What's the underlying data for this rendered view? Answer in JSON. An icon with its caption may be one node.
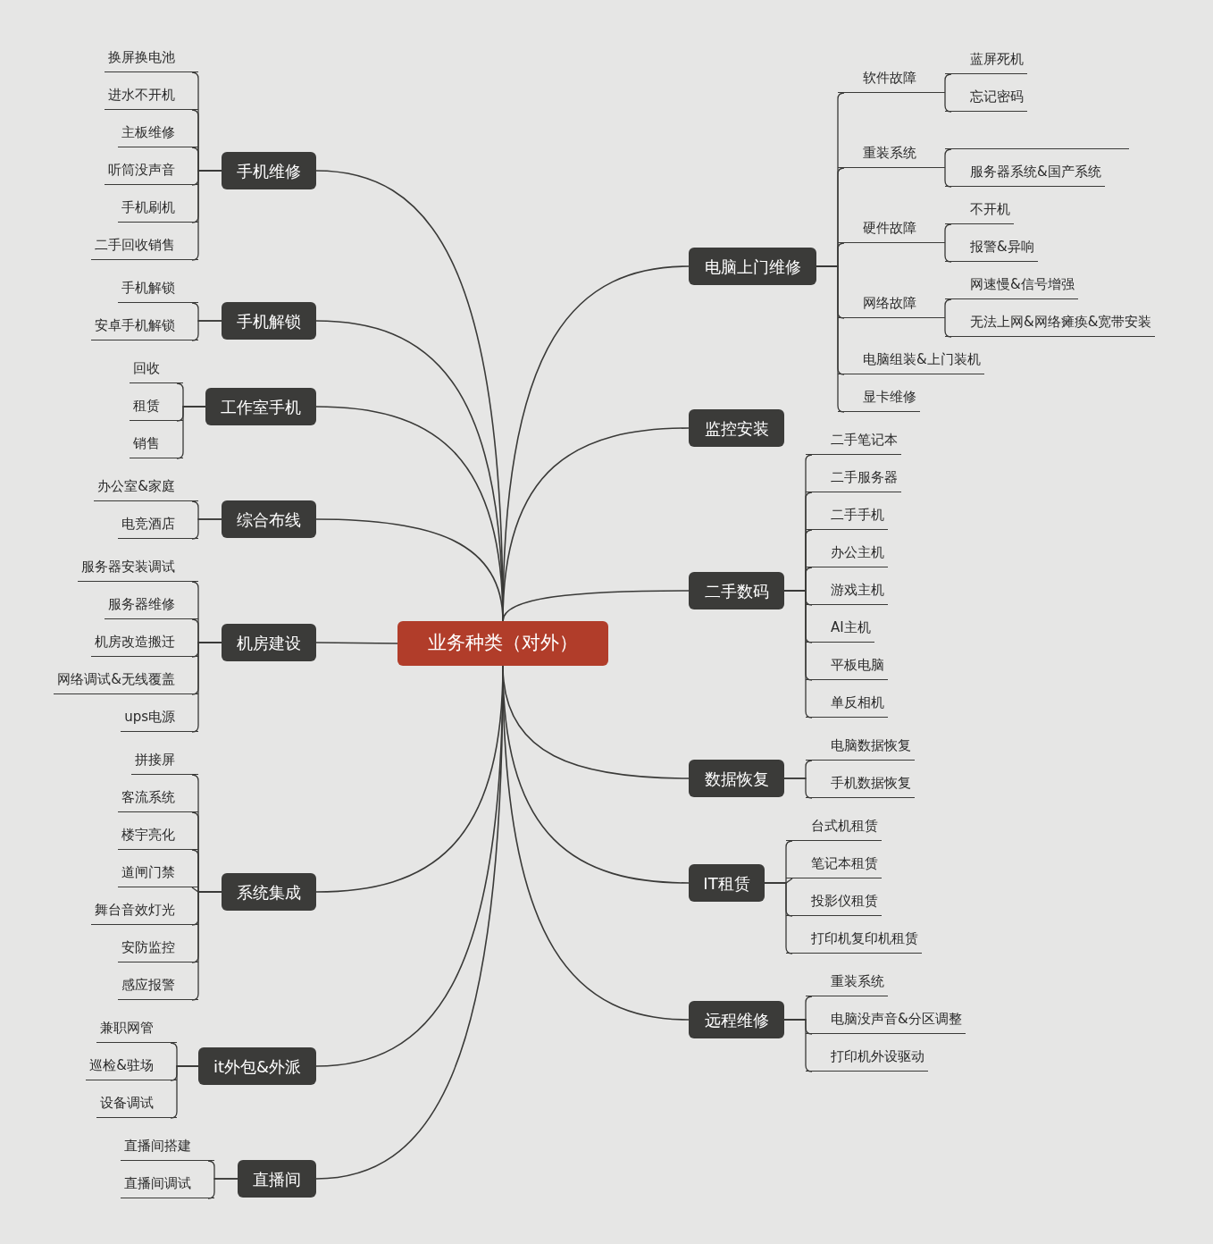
{
  "diagram": {
    "nodes": [
      {
        "text": [
          "业务种类（对外）"
        ]
      },
      {
        "text": [
          "手机维修"
        ]
      },
      {
        "text": [
          "换屏换电池"
        ]
      },
      {
        "text": [
          "进水不开机"
        ]
      },
      {
        "text": [
          "主板维修"
        ]
      },
      {
        "text": [
          "听筒没声音"
        ]
      },
      {
        "text": [
          "手机刷机"
        ]
      },
      {
        "text": [
          "二手回收销售"
        ]
      },
      {
        "text": [
          "手机解锁"
        ]
      },
      {
        "text": [
          "手机解锁"
        ]
      },
      {
        "text": [
          "安卓手机解锁"
        ]
      },
      {
        "text": [
          "工作室手机"
        ]
      },
      {
        "text": [
          "回收"
        ]
      },
      {
        "text": [
          "租赁"
        ]
      },
      {
        "text": [
          "销售"
        ]
      },
      {
        "text": [
          "综合布线"
        ]
      },
      {
        "text": [
          "办公室&家庭"
        ]
      },
      {
        "text": [
          "电竞酒店"
        ]
      },
      {
        "text": [
          "机房建设"
        ]
      },
      {
        "text": [
          "服务器安装调试"
        ]
      },
      {
        "text": [
          "服务器维修"
        ]
      },
      {
        "text": [
          "机房改造搬迁"
        ]
      },
      {
        "text": [
          "网络调试&无线覆盖"
        ]
      },
      {
        "text": [
          "ups电源"
        ]
      },
      {
        "text": [
          "系统集成"
        ]
      },
      {
        "text": [
          "拼接屏"
        ]
      },
      {
        "text": [
          "客流系统"
        ]
      },
      {
        "text": [
          "楼宇亮化"
        ]
      },
      {
        "text": [
          "道闸门禁"
        ]
      },
      {
        "text": [
          "舞台音效灯光"
        ]
      },
      {
        "text": [
          "安防监控"
        ]
      },
      {
        "text": [
          "感应报警"
        ]
      },
      {
        "text": [
          "it外包&外派"
        ]
      },
      {
        "text": [
          "兼职网管"
        ]
      },
      {
        "text": [
          "巡检&驻场"
        ]
      },
      {
        "text": [
          "设备调试"
        ]
      },
      {
        "text": [
          "直播间"
        ]
      },
      {
        "text": [
          "直播间搭建"
        ]
      },
      {
        "text": [
          "直播间调试"
        ]
      },
      {
        "text": [
          "电脑上门维修"
        ]
      },
      {
        "text": [
          "软件故障"
        ]
      },
      {
        "text": [
          "蓝屏死机"
        ]
      },
      {
        "text": [
          "忘记密码"
        ]
      },
      {
        "text": [
          "重装系统"
        ]
      },
      {
        "text": [],
        "shape": "bar"
      },
      {
        "text": [
          "服务器系统&国产系统"
        ]
      },
      {
        "text": [
          "硬件故障"
        ]
      },
      {
        "text": [
          "不开机"
        ]
      },
      {
        "text": [
          "报警&异响"
        ]
      },
      {
        "text": [
          "网络故障"
        ]
      },
      {
        "text": [
          "网速慢&信号增强"
        ]
      },
      {
        "text": [
          "无法上网&网络瘫痪&宽带安装"
        ]
      },
      {
        "text": [
          "电脑组装&上门装机"
        ]
      },
      {
        "text": [
          "显卡维修"
        ]
      },
      {
        "text": [
          "监控安装"
        ]
      },
      {
        "text": [
          "二手数码"
        ]
      },
      {
        "text": [
          "二手笔记本"
        ]
      },
      {
        "text": [
          "二手服务器"
        ]
      },
      {
        "text": [
          "二手手机"
        ]
      },
      {
        "text": [
          "办公主机"
        ]
      },
      {
        "text": [
          "游戏主机"
        ]
      },
      {
        "text": [
          "AI主机"
        ]
      },
      {
        "text": [
          "平板电脑"
        ]
      },
      {
        "text": [
          "单反相机"
        ]
      },
      {
        "text": [
          "数据恢复"
        ]
      },
      {
        "text": [
          "电脑数据恢复"
        ]
      },
      {
        "text": [
          "手机数据恢复"
        ]
      },
      {
        "text": [
          "IT租赁"
        ]
      },
      {
        "text": [
          "台式机租赁"
        ]
      },
      {
        "text": [
          "笔记本租赁"
        ]
      },
      {
        "text": [
          "投影仪租赁"
        ]
      },
      {
        "text": [
          "打印机复印机租赁"
        ]
      },
      {
        "text": [
          "远程维修"
        ]
      },
      {
        "text": [
          "重装系统"
        ]
      },
      {
        "text": [
          "电脑没声音&分区调整"
        ]
      },
      {
        "text": [
          "打印机外设驱动"
        ]
      }
    ],
    "edges": [
      {
        "from": 0,
        "to": 1,
        "arrow": "none"
      },
      {
        "from": 0,
        "to": 8,
        "arrow": "none"
      },
      {
        "from": 0,
        "to": 11,
        "arrow": "none"
      },
      {
        "from": 0,
        "to": 15,
        "arrow": "none"
      },
      {
        "from": 0,
        "to": 18,
        "arrow": "none"
      },
      {
        "from": 0,
        "to": 24,
        "arrow": "none"
      },
      {
        "from": 0,
        "to": 32,
        "arrow": "none"
      },
      {
        "from": 0,
        "to": 36,
        "arrow": "none"
      },
      {
        "from": 0,
        "to": 39,
        "arrow": "none"
      },
      {
        "from": 0,
        "to": 54,
        "arrow": "none"
      },
      {
        "from": 0,
        "to": 55,
        "arrow": "none"
      },
      {
        "from": 0,
        "to": 64,
        "arrow": "none"
      },
      {
        "from": 0,
        "to": 67,
        "arrow": "none"
      },
      {
        "from": 0,
        "to": 72,
        "arrow": "none"
      },
      {
        "from": 1,
        "to": 2,
        "arrow": "none"
      },
      {
        "from": 1,
        "to": 3,
        "arrow": "none"
      },
      {
        "from": 1,
        "to": 4,
        "arrow": "none"
      },
      {
        "from": 1,
        "to": 5,
        "arrow": "none"
      },
      {
        "from": 1,
        "to": 6,
        "arrow": "none"
      },
      {
        "from": 1,
        "to": 7,
        "arrow": "none"
      },
      {
        "from": 8,
        "to": 9,
        "arrow": "none"
      },
      {
        "from": 8,
        "to": 10,
        "arrow": "none"
      },
      {
        "from": 11,
        "to": 12,
        "arrow": "none"
      },
      {
        "from": 11,
        "to": 13,
        "arrow": "none"
      },
      {
        "from": 11,
        "to": 14,
        "arrow": "none"
      },
      {
        "from": 15,
        "to": 16,
        "arrow": "none"
      },
      {
        "from": 15,
        "to": 17,
        "arrow": "none"
      },
      {
        "from": 18,
        "to": 19,
        "arrow": "none"
      },
      {
        "from": 18,
        "to": 20,
        "arrow": "none"
      },
      {
        "from": 18,
        "to": 21,
        "arrow": "none"
      },
      {
        "from": 18,
        "to": 22,
        "arrow": "none"
      },
      {
        "from": 18,
        "to": 23,
        "arrow": "none"
      },
      {
        "from": 24,
        "to": 25,
        "arrow": "none"
      },
      {
        "from": 24,
        "to": 26,
        "arrow": "none"
      },
      {
        "from": 24,
        "to": 27,
        "arrow": "none"
      },
      {
        "from": 24,
        "to": 28,
        "arrow": "none"
      },
      {
        "from": 24,
        "to": 29,
        "arrow": "none"
      },
      {
        "from": 24,
        "to": 30,
        "arrow": "none"
      },
      {
        "from": 24,
        "to": 31,
        "arrow": "none"
      },
      {
        "from": 32,
        "to": 33,
        "arrow": "none"
      },
      {
        "from": 32,
        "to": 34,
        "arrow": "none"
      },
      {
        "from": 32,
        "to": 35,
        "arrow": "none"
      },
      {
        "from": 36,
        "to": 37,
        "arrow": "none"
      },
      {
        "from": 36,
        "to": 38,
        "arrow": "none"
      },
      {
        "from": 39,
        "to": 40,
        "arrow": "none"
      },
      {
        "from": 39,
        "to": 43,
        "arrow": "none"
      },
      {
        "from": 39,
        "to": 46,
        "arrow": "none"
      },
      {
        "from": 39,
        "to": 49,
        "arrow": "none"
      },
      {
        "from": 39,
        "to": 52,
        "arrow": "none"
      },
      {
        "from": 39,
        "to": 53,
        "arrow": "none"
      },
      {
        "from": 40,
        "to": 41,
        "arrow": "none"
      },
      {
        "from": 40,
        "to": 42,
        "arrow": "none"
      },
      {
        "from": 43,
        "to": 44,
        "arrow": "none"
      },
      {
        "from": 43,
        "to": 45,
        "arrow": "none"
      },
      {
        "from": 46,
        "to": 47,
        "arrow": "none"
      },
      {
        "from": 46,
        "to": 48,
        "arrow": "none"
      },
      {
        "from": 49,
        "to": 50,
        "arrow": "none"
      },
      {
        "from": 49,
        "to": 51,
        "arrow": "none"
      },
      {
        "from": 55,
        "to": 56,
        "arrow": "none"
      },
      {
        "from": 55,
        "to": 57,
        "arrow": "none"
      },
      {
        "from": 55,
        "to": 58,
        "arrow": "none"
      },
      {
        "from": 55,
        "to": 59,
        "arrow": "none"
      },
      {
        "from": 55,
        "to": 60,
        "arrow": "none"
      },
      {
        "from": 55,
        "to": 61,
        "arrow": "none"
      },
      {
        "from": 55,
        "to": 62,
        "arrow": "none"
      },
      {
        "from": 55,
        "to": 63,
        "arrow": "none"
      },
      {
        "from": 64,
        "to": 65,
        "arrow": "none"
      },
      {
        "from": 64,
        "to": 66,
        "arrow": "none"
      },
      {
        "from": 67,
        "to": 68,
        "arrow": "none"
      },
      {
        "from": 67,
        "to": 69,
        "arrow": "none"
      },
      {
        "from": 67,
        "to": 70,
        "arrow": "none"
      },
      {
        "from": 67,
        "to": 71,
        "arrow": "none"
      },
      {
        "from": 72,
        "to": 73,
        "arrow": "none"
      },
      {
        "from": 72,
        "to": 74,
        "arrow": "none"
      },
      {
        "from": 72,
        "to": 75,
        "arrow": "none"
      }
    ]
  }
}
